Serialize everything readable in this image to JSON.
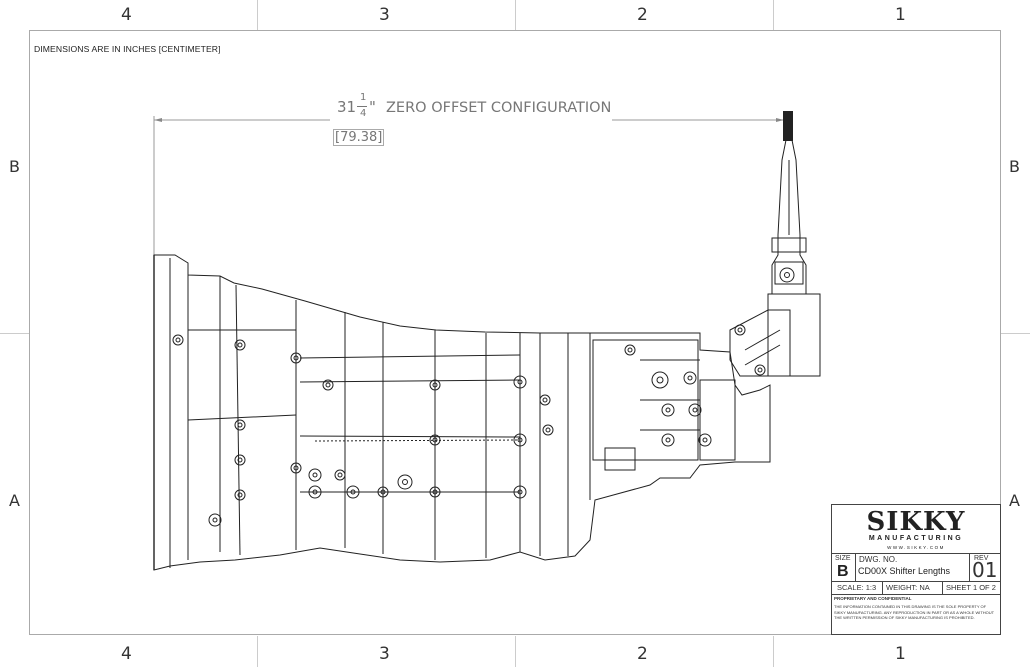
{
  "zones": {
    "top": [
      "4",
      "3",
      "2",
      "1"
    ],
    "bottom": [
      "4",
      "3",
      "2",
      "1"
    ],
    "left": [
      "B",
      "A"
    ],
    "right": [
      "B",
      "A"
    ]
  },
  "note": "DIMENSIONS ARE IN INCHES [CENTIMETER]",
  "dimension": {
    "whole": "31",
    "numerator": "1",
    "denominator": "4",
    "inch_mark": "\"",
    "caption": "ZERO OFFSET CONFIGURATION",
    "metric": "[79.38]"
  },
  "title_block": {
    "brand": "SIKKY",
    "brand_sub": "MANUFACTURING",
    "website": "WWW.SIKKY.COM",
    "size_label": "SIZE",
    "size_value": "B",
    "dwg_label": "DWG. NO.",
    "dwg_value": "CD00X Shifter Lengths",
    "rev_label": "REV",
    "rev_value": "01",
    "scale": "SCALE: 1:3",
    "weight": "WEIGHT: NA",
    "sheet": "SHEET 1 OF 2",
    "prop_heading": "PROPRIETARY AND CONFIDENTIAL",
    "prop_text": "THE INFORMATION CONTAINED IN THIS DRAWING IS THE SOLE PROPERTY OF SIKKY MANUFACTURING. ANY REPRODUCTION IN PART OR AS A WHOLE WITHOUT THE WRITTEN PERMISSION OF SIKKY MANUFACTURING IS PROHIBITED."
  }
}
